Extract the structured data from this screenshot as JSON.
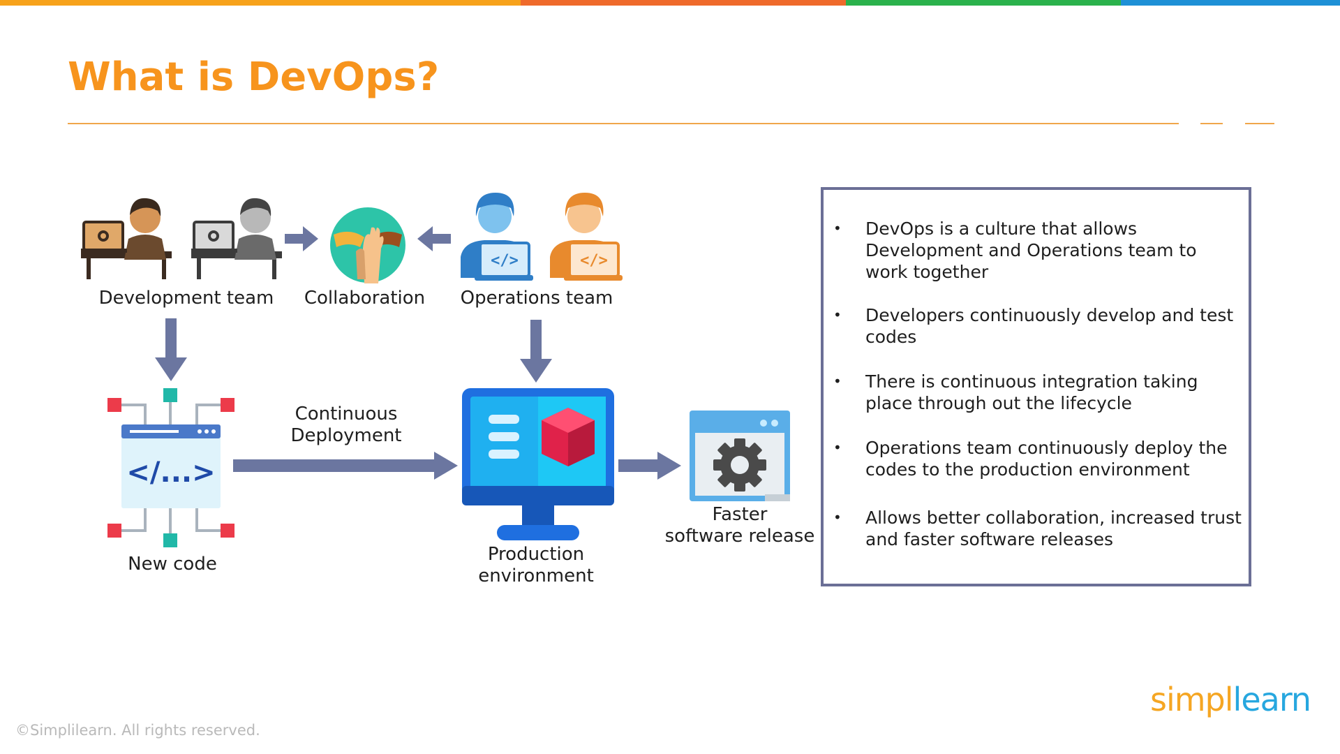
{
  "slide": {
    "title": "What is DevOps?",
    "accent_color": "#f7941d",
    "top_bar_colors": [
      "#f7a21b",
      "#ef6a2b",
      "#2bb24c",
      "#1e90d6"
    ]
  },
  "diagram": {
    "nodes": {
      "development_team": "Development team",
      "collaboration": "Collaboration",
      "operations_team": "Operations team",
      "new_code": "New code",
      "continuous_deployment": [
        "Continuous",
        "Deployment"
      ],
      "production_environment": [
        "Production",
        "environment"
      ],
      "faster_release": [
        "Faster",
        "software release"
      ]
    },
    "code_symbol": "</...>",
    "laptop_code_symbol": "</>",
    "icons": [
      "developer-at-laptop-icon",
      "handshake-icon",
      "operations-engineer-icon",
      "code-window-icon",
      "monitor-cube-icon",
      "gear-window-icon",
      "arrow-icon"
    ],
    "arrow_color": "#6b76a0"
  },
  "info_points": [
    "DevOps is a culture that allows Development and Operations team to work together",
    "Developers continuously develop and test codes",
    "There is continuous integration taking place through out the lifecycle",
    "Operations team continuously deploy the codes to the production environment",
    "Allows better collaboration, increased trust and faster software releases"
  ],
  "footer": {
    "copyright": "©Simplilearn. All rights reserved.",
    "logo_part1": "simpl",
    "logo_part2": "learn"
  }
}
